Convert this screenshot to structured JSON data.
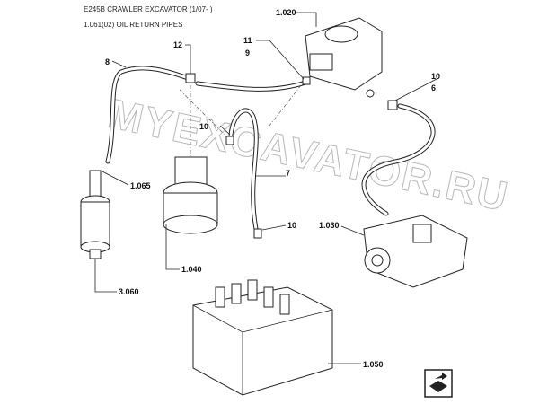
{
  "header": {
    "title": "E245B CRAWLER EXCAVATOR (1/07- )",
    "subtitle": "1.061(02) OIL RETURN PIPES"
  },
  "callouts": [
    {
      "id": "c-1020",
      "text": "1.020"
    },
    {
      "id": "c-12",
      "text": "12"
    },
    {
      "id": "c-11",
      "text": "11"
    },
    {
      "id": "c-9",
      "text": "9"
    },
    {
      "id": "c-8",
      "text": "8"
    },
    {
      "id": "c-10a",
      "text": "10"
    },
    {
      "id": "c-6",
      "text": "6"
    },
    {
      "id": "c-10b",
      "text": "10"
    },
    {
      "id": "c-1065",
      "text": "1.065"
    },
    {
      "id": "c-7",
      "text": "7"
    },
    {
      "id": "c-10c",
      "text": "10"
    },
    {
      "id": "c-1030",
      "text": "1.030"
    },
    {
      "id": "c-1040",
      "text": "1.040"
    },
    {
      "id": "c-3060",
      "text": "3.060"
    },
    {
      "id": "c-1050",
      "text": "1.050"
    }
  ],
  "watermark": "MYEXCAVATOR.RU",
  "nav_icon": "next-page-icon"
}
